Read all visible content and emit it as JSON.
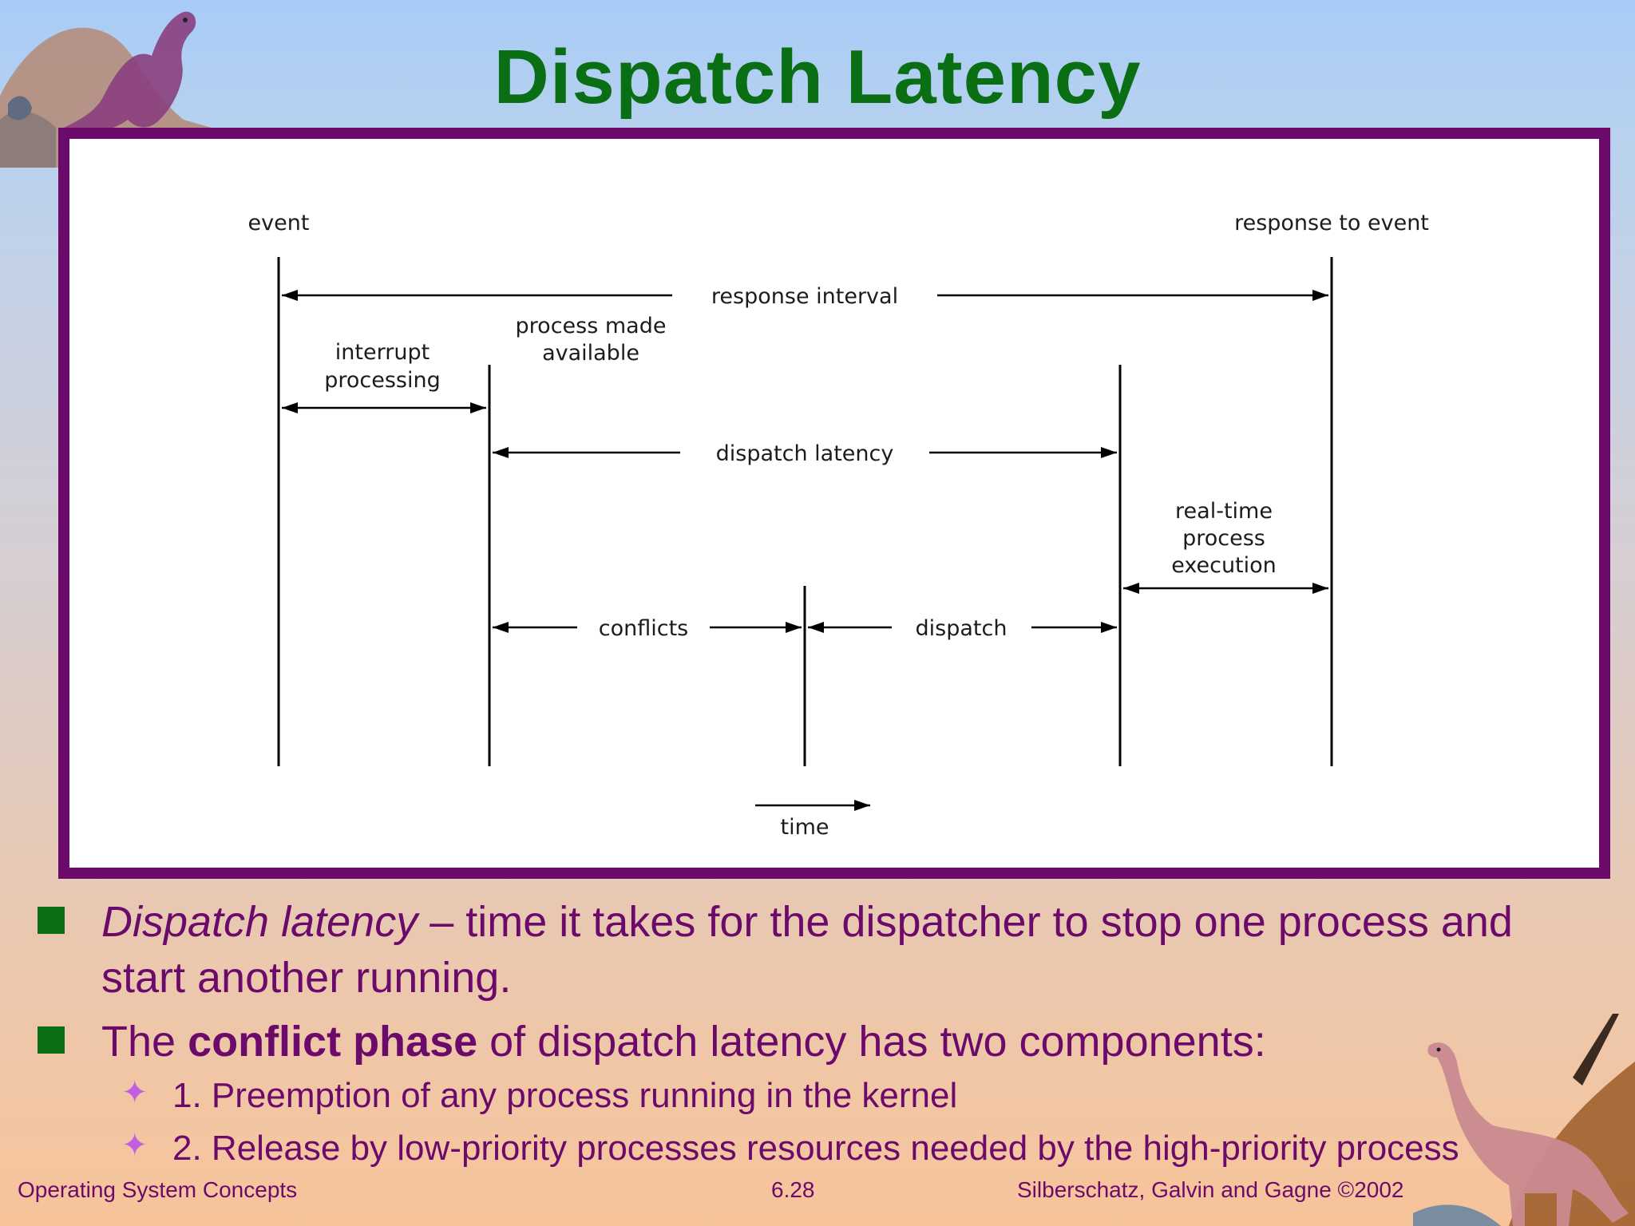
{
  "slide": {
    "title": "Dispatch Latency"
  },
  "diagram": {
    "labels": {
      "event": "event",
      "response_to_event": "response to event",
      "response_interval": "response interval",
      "process_made_available": [
        "process made",
        "available"
      ],
      "interrupt_processing": [
        "interrupt",
        "processing"
      ],
      "dispatch_latency": "dispatch latency",
      "real_time_process_execution": [
        "real-time",
        "process",
        "execution"
      ],
      "conflicts": "conflicts",
      "dispatch": "dispatch",
      "time": "time"
    }
  },
  "bullets": {
    "b1_term": "Dispatch latency",
    "b1_rest_line1": " – time it takes for the dispatcher to stop one process and",
    "b1_line2": "start another running.",
    "b2_pre": "The ",
    "b2_bold": "conflict phase",
    "b2_post": " of dispatch latency has two components:",
    "sub1": "1. Preemption of any process running in the kernel",
    "sub2": "2. Release by low-priority processes resources needed by the high-priority process"
  },
  "footer": {
    "left": "Operating System Concepts",
    "center": "6.28",
    "right": "Silberschatz, Galvin and  Gagne ©2002"
  },
  "colors": {
    "title": "#0a6e14",
    "text": "#6b0a6b",
    "frame": "#6b0a6b",
    "bullet_square": "#0a6e14",
    "sub_bullet_star": "#c060e0"
  }
}
